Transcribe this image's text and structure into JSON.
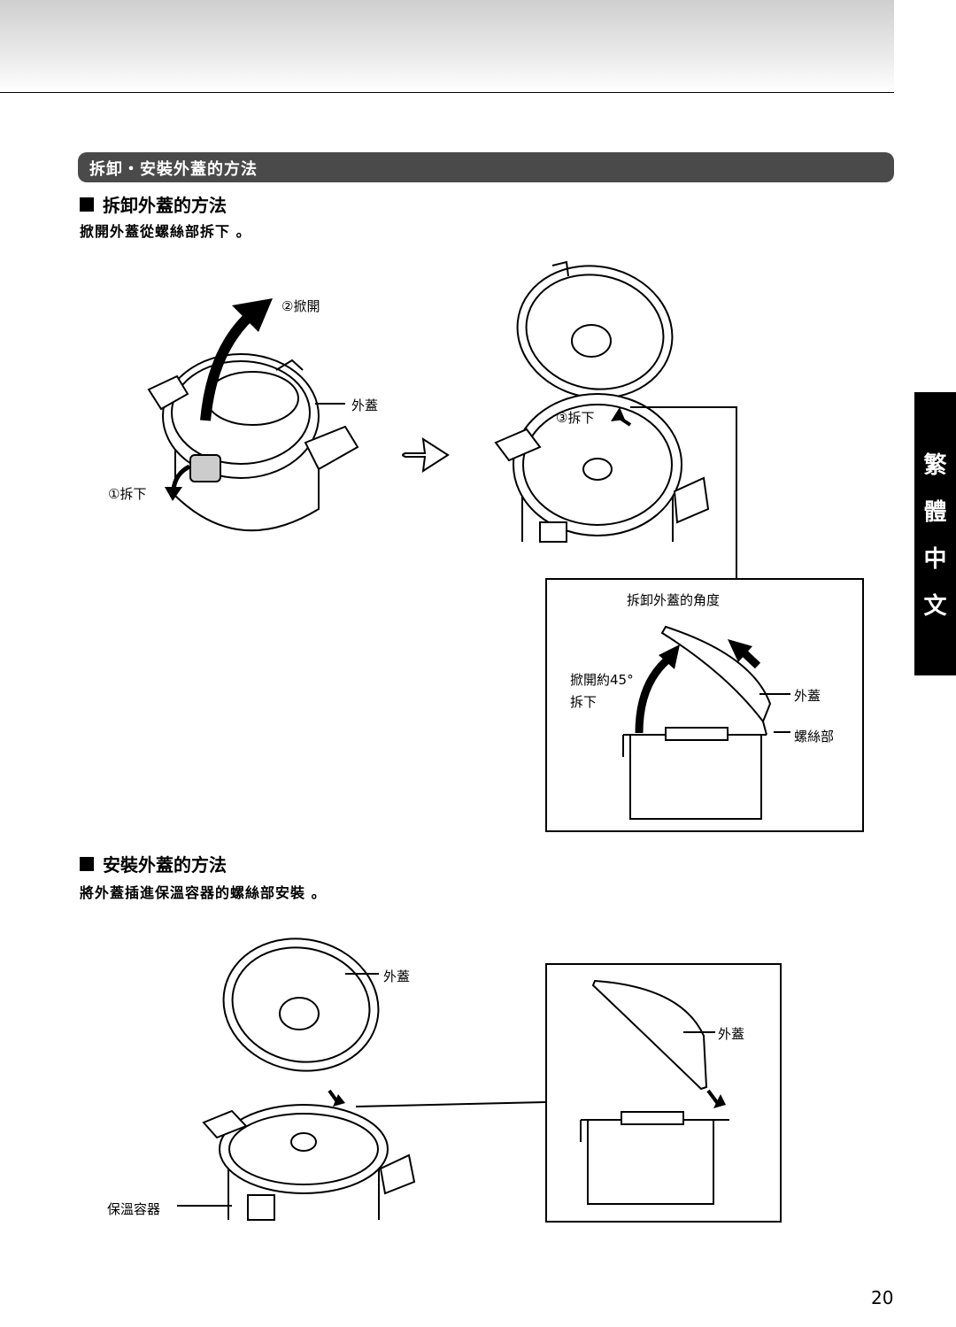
{
  "section_title": "拆卸・安裝外蓋的方法",
  "removal": {
    "heading": "拆卸外蓋的方法",
    "instruction": "掀開外蓋從螺絲部拆下 。",
    "labels": {
      "step2": "②掀開",
      "outer_lid": "外蓋",
      "step1": "①拆下",
      "step3": "③拆下"
    },
    "detail_box": {
      "title": "拆卸外蓋的角度",
      "note_line1": "掀開約45°",
      "note_line2": "拆下",
      "outer_lid": "外蓋",
      "screw_part": "螺絲部"
    }
  },
  "install": {
    "heading": "安裝外蓋的方法",
    "instruction": "將外蓋插進保溫容器的螺絲部安裝 。",
    "labels": {
      "outer_lid": "外蓋",
      "container": "保溫容器",
      "detail_outer_lid": "外蓋"
    }
  },
  "side_tab": [
    "繁",
    "體",
    "中",
    "文"
  ],
  "page_number": "20",
  "colors": {
    "section_bar": "#4a4a4a",
    "side_tab": "#000000",
    "header_gradient": "#cfcfcf"
  }
}
